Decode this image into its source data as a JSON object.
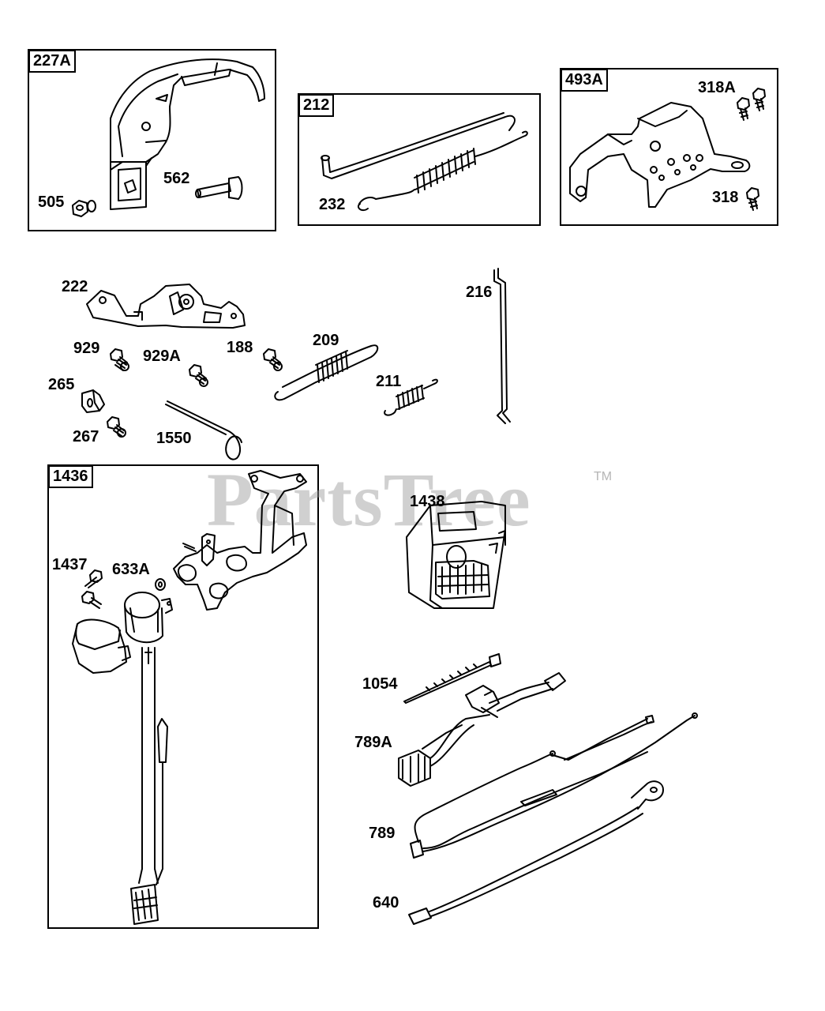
{
  "watermark": {
    "text": "PartsTree",
    "tm": "TM"
  },
  "boxes": {
    "b227A": "227A",
    "b212": "212",
    "b493A": "493A",
    "b1436": "1436"
  },
  "labels": {
    "l505": "505",
    "l562": "562",
    "l232": "232",
    "l318A": "318A",
    "l318": "318",
    "l222": "222",
    "l216": "216",
    "l929": "929",
    "l929A": "929A",
    "l188": "188",
    "l209": "209",
    "l211": "211",
    "l265": "265",
    "l267": "267",
    "l1550": "1550",
    "l1437": "1437",
    "l633A": "633A",
    "l1438": "1438",
    "l1054": "1054",
    "l789A": "789A",
    "l789": "789",
    "l640": "640"
  }
}
